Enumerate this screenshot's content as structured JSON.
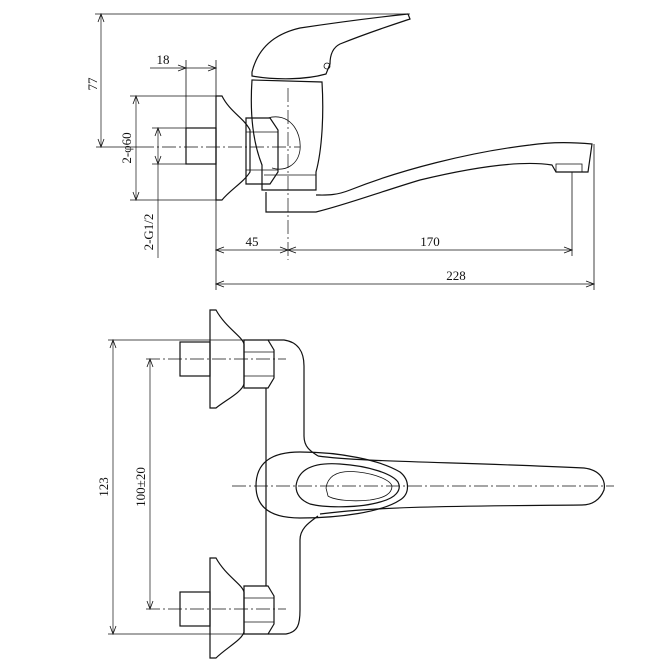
{
  "dimensions": {
    "height_top": "77",
    "thread_depth": "18",
    "flange_diameter": "2-φ60",
    "thread_size": "2-G1/2",
    "offset": "45",
    "spout_reach": "170",
    "overall_length": "228",
    "overall_width": "123",
    "center_distance": "100±20"
  }
}
